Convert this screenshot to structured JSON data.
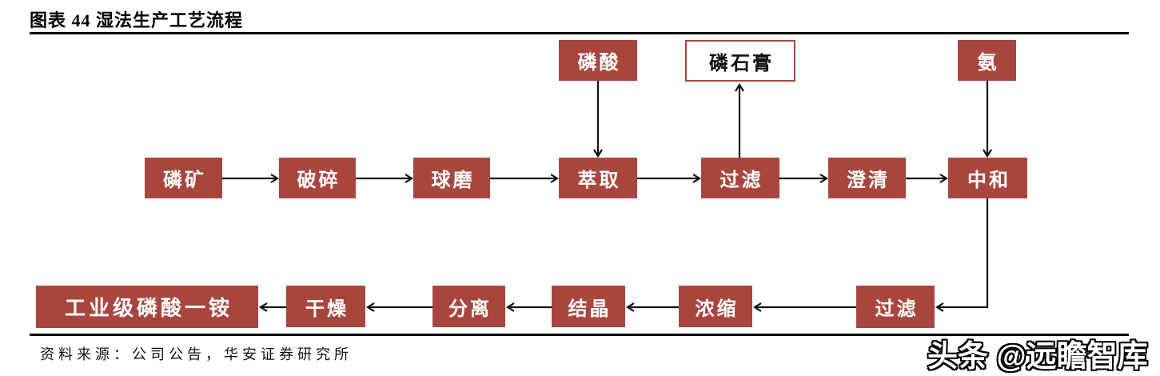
{
  "figure": {
    "title": "图表 44 湿法生产工艺流程"
  },
  "colors": {
    "box_red": "#A8463E",
    "box_text": "#FFFFFF",
    "outline_box_bg": "#FFFFFF",
    "outline_box_border": "#A8463E",
    "line_color": "#111111",
    "background": "#FFFFFF"
  },
  "nodes": {
    "phosphoric_acid": "磷酸",
    "phosphogypsum": "磷石膏",
    "ammonia": "氨",
    "phosphate_ore": "磷矿",
    "crushing": "破碎",
    "ball_milling": "球磨",
    "extraction": "萃取",
    "filtration_1": "过滤",
    "clarification": "澄清",
    "neutralization": "中和",
    "filtration_2": "过滤",
    "concentration": "浓缩",
    "crystallization": "结晶",
    "separation": "分离",
    "drying": "干燥",
    "industrial_map": "工业级磷酸一铵"
  },
  "edges": [
    {
      "from": "磷矿",
      "to": "破碎"
    },
    {
      "from": "破碎",
      "to": "球磨"
    },
    {
      "from": "球磨",
      "to": "萃取"
    },
    {
      "from": "磷酸",
      "to": "萃取"
    },
    {
      "from": "萃取",
      "to": "过滤"
    },
    {
      "from": "过滤",
      "to": "磷石膏"
    },
    {
      "from": "过滤",
      "to": "澄清"
    },
    {
      "from": "澄清",
      "to": "中和"
    },
    {
      "from": "氨",
      "to": "中和"
    },
    {
      "from": "中和",
      "to": "过滤(下)"
    },
    {
      "from": "过滤(下)",
      "to": "浓缩"
    },
    {
      "from": "浓缩",
      "to": "结晶"
    },
    {
      "from": "结晶",
      "to": "分离"
    },
    {
      "from": "分离",
      "to": "干燥"
    },
    {
      "from": "干燥",
      "to": "工业级磷酸一铵"
    }
  ],
  "footer": {
    "source": "资料来源：公司公告，华安证券研究所",
    "watermark": "头条 @远瞻智库"
  }
}
